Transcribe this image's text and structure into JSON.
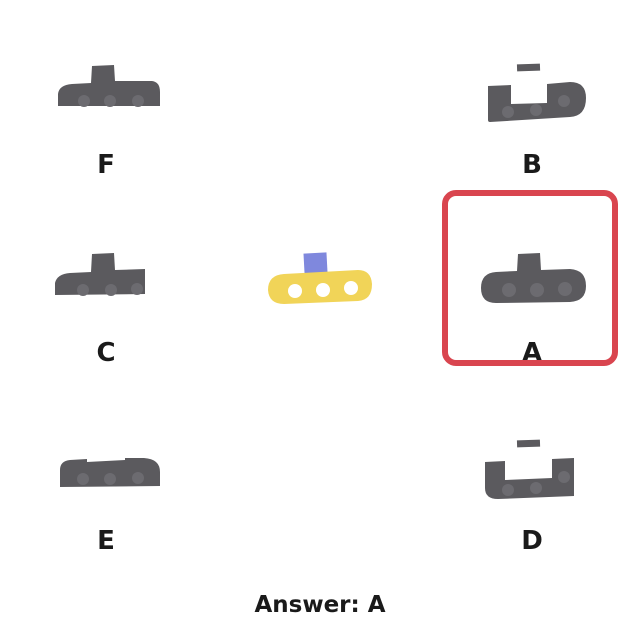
{
  "colors": {
    "piece_gray": "#5b5a5e",
    "hole_gray": "#6c6b70",
    "target_yellow": "#f1d458",
    "target_blue": "#7f88dd",
    "highlight_red": "#d9454f",
    "text": "#1a1a1a"
  },
  "target": {
    "name": "reference-piece"
  },
  "options": {
    "F": {
      "label": "F"
    },
    "B": {
      "label": "B"
    },
    "C": {
      "label": "C"
    },
    "A": {
      "label": "A"
    },
    "E": {
      "label": "E"
    },
    "D": {
      "label": "D"
    }
  },
  "selected_option": "A",
  "answer_text": "Answer: A"
}
